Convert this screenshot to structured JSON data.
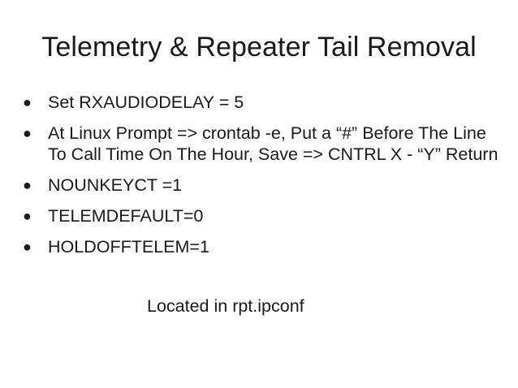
{
  "slide": {
    "title": "Telemetry & Repeater Tail Removal",
    "bullet_symbol": "●",
    "bullets": [
      "Set RXAUDIODELAY = 5",
      "At Linux Prompt  => crontab -e, Put a “#” Before The Line To Call Time On The Hour, Save => CNTRL X - “Y” Return",
      "NOUNKEYCT =1",
      "TELEMDEFAULT=0",
      "HOLDOFFTELEM=1"
    ],
    "note": "Located in rpt.ipconf"
  }
}
